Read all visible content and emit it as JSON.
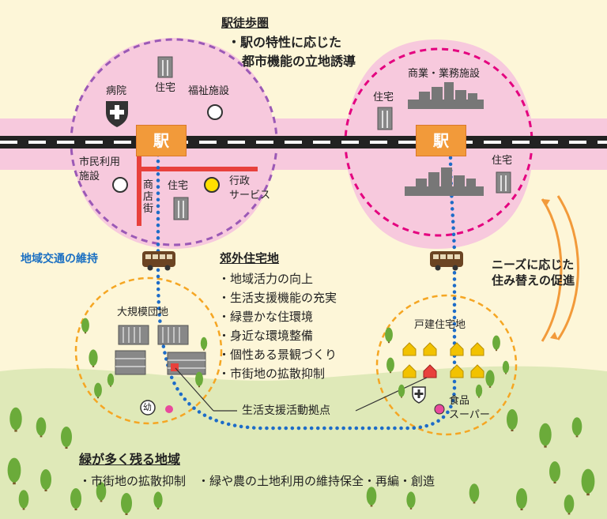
{
  "station_area": {
    "title": "駅徒歩圏",
    "bullet_line1": "・駅の特性に応じた",
    "bullet_line2": "都市機能の立地誘導"
  },
  "left_station": {
    "station_label": "駅",
    "hospital": "病院",
    "housing": "住宅",
    "welfare": "福祉施設",
    "civic_line1": "市民利用",
    "civic_line2": "施設",
    "shopping_street": "商店街",
    "housing2": "住宅",
    "admin_line1": "行政",
    "admin_line2": "サービス"
  },
  "right_station": {
    "station_label": "駅",
    "commercial": "商業・業務施設",
    "housing": "住宅",
    "housing2": "住宅"
  },
  "transport": {
    "label": "地域交通の維持"
  },
  "suburb": {
    "title": "郊外住宅地",
    "bullets": [
      "・地域活力の向上",
      "・生活支援機能の充実",
      "・緑豊かな住環境",
      "・身近な環境整備",
      "・個性ある景観づくり",
      "・市街地の拡散抑制"
    ]
  },
  "relocation": {
    "line1": "ニーズに応じた",
    "line2": "住み替えの促進"
  },
  "large_complex": {
    "title": "大規模団地",
    "kindergarten": "幼"
  },
  "detached": {
    "title": "戸建住宅地",
    "food_line1": "食品",
    "food_line2": "スーパー"
  },
  "life_support": {
    "label": "生活支援活動拠点"
  },
  "green": {
    "title": "緑が多く残る地域",
    "bullets": "・市街地の拡散抑制　・緑や農の土地利用の維持保全・再編・創造"
  },
  "colors": {
    "background": "#fdf6d8",
    "pink_band": "#f7c9dd",
    "green_field": "#dfe9b8",
    "station_orange": "#f29a3a",
    "route_blue": "#1d6cc8",
    "left_circle_border": "#9b59b6",
    "right_circle_border": "#e4007f",
    "suburb_circle_border": "#f5a623",
    "shopping_red": "#e8413c",
    "admin_yellow": "#ffe000"
  }
}
